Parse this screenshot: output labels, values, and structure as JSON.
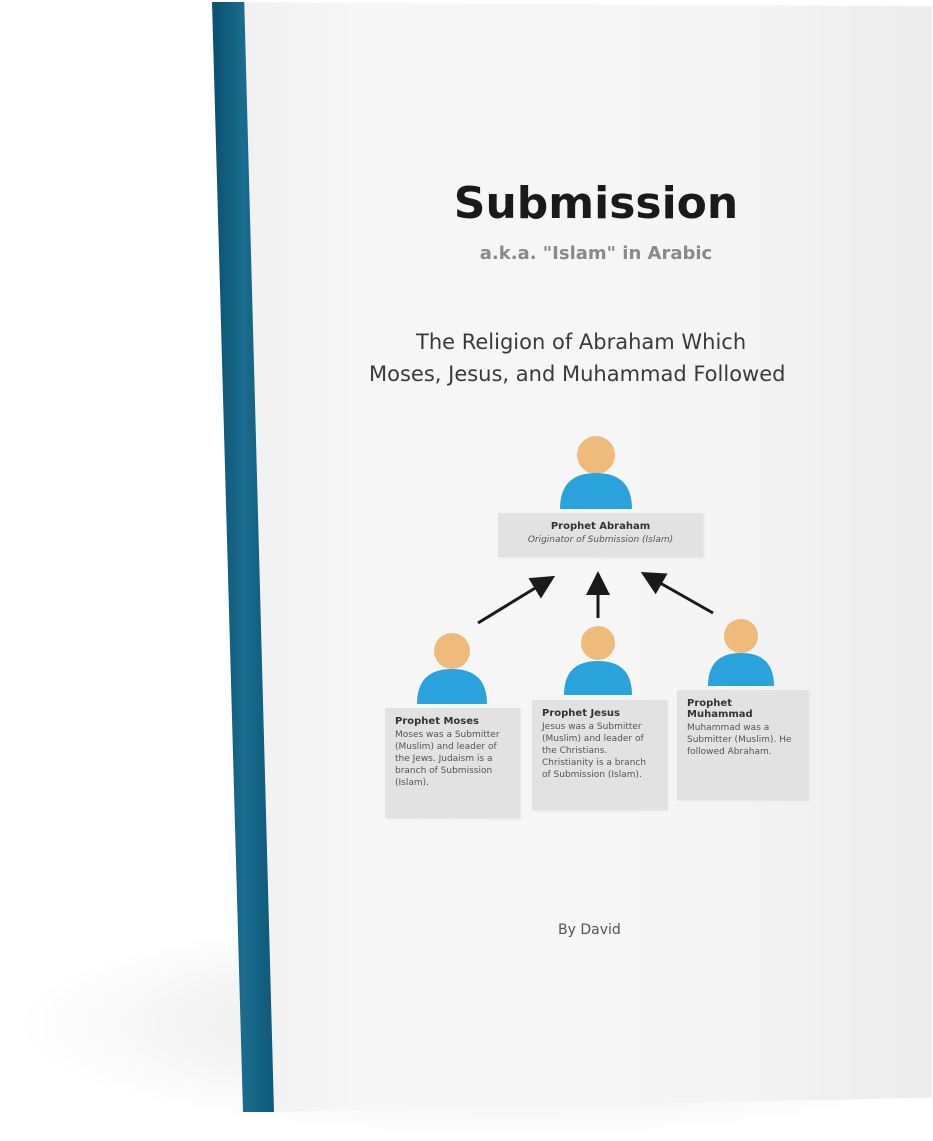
{
  "cover": {
    "title": "Submission",
    "subtitle": "a.k.a. \"Islam\" in Arabic",
    "tagline_line1": "The Religion of Abraham Which",
    "tagline_line2": "Moses, Jesus, and Muhammad Followed",
    "author": "By David"
  },
  "diagram": {
    "abraham": {
      "name": "Prophet Abraham",
      "desc": "Originator of Submission (Islam)"
    },
    "moses": {
      "name": "Prophet Moses",
      "desc": "Moses was a Submitter (Muslim) and leader of the Jews. Judaism is a branch of Submission (Islam)."
    },
    "jesus": {
      "name": "Prophet Jesus",
      "desc": "Jesus was a Submitter (Muslim) and leader of the Christians. Christianity is a branch of Submission (Islam)."
    },
    "muhammad": {
      "name": "Prophet Muhammad",
      "desc": "Muhammad was a Submitter (Muslim). He followed Abraham."
    }
  },
  "colors": {
    "spine": "#156587",
    "person_head": "#efbb7b",
    "person_body": "#2aa3dc"
  },
  "icons": {
    "person": "person-icon",
    "arrow": "arrow-icon"
  }
}
